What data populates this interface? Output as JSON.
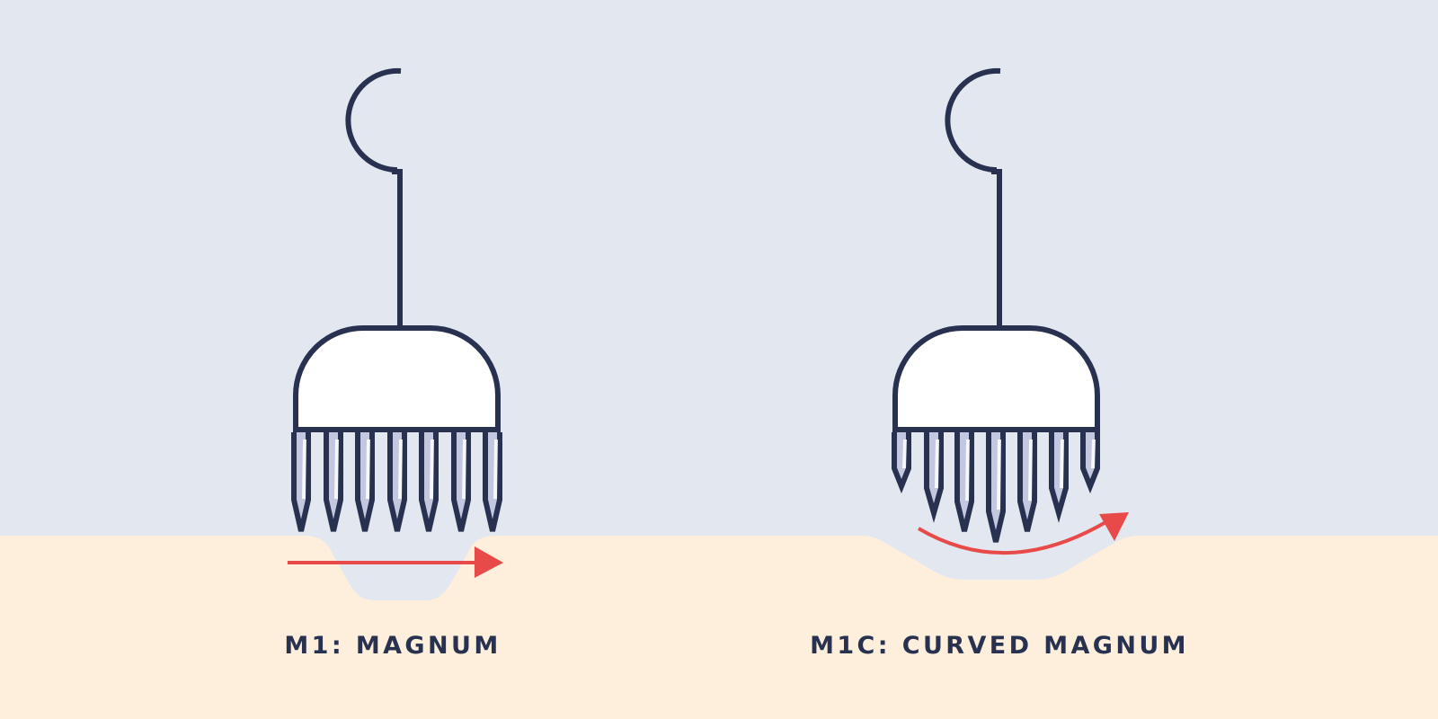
{
  "colors": {
    "background": "#e2e7f0",
    "skin": "#feefdc",
    "stroke": "#283250",
    "needle_fill": "#c3c8e0",
    "head_fill": "#ffffff",
    "arrow": "#e84a4a"
  },
  "panels": [
    {
      "id": "m1",
      "label": "M1: MAGNUM",
      "needle_count": 7,
      "arrangement": "flat",
      "motion": "straight-arrow"
    },
    {
      "id": "m1c",
      "label": "M1C: CURVED MAGNUM",
      "needle_count": 7,
      "arrangement": "curved",
      "motion": "curved-arrow"
    }
  ]
}
